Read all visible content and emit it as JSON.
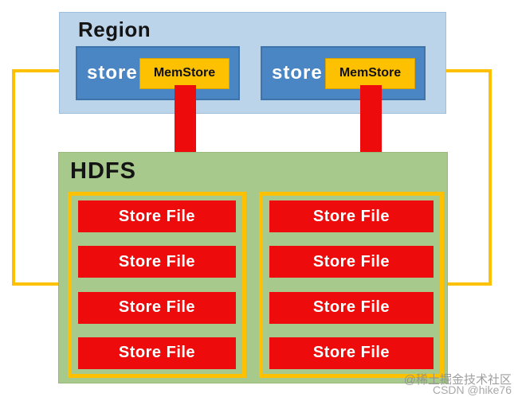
{
  "diagram": {
    "region": {
      "label": "Region",
      "stores": [
        {
          "label": "store",
          "memstore_label": "MemStore"
        },
        {
          "label": "store",
          "memstore_label": "MemStore"
        }
      ]
    },
    "hdfs": {
      "label": "HDFS",
      "columns": [
        {
          "store_files": [
            "Store File",
            "Store File",
            "Store File",
            "Store File"
          ]
        },
        {
          "store_files": [
            "Store File",
            "Store File",
            "Store File",
            "Store File"
          ]
        }
      ]
    },
    "watermark": {
      "line1": "@稀土掘金技术社区",
      "line2": "CSDN @hike76"
    },
    "colors": {
      "region_bg": "#bcd4ea",
      "store_bg": "#4a86c4",
      "memstore_bg": "#fdc101",
      "hdfs_bg": "#a7c98c",
      "store_file_bg": "#ee0b0b",
      "connector": "#fdc101",
      "arrow": "#ee0b0b"
    }
  }
}
